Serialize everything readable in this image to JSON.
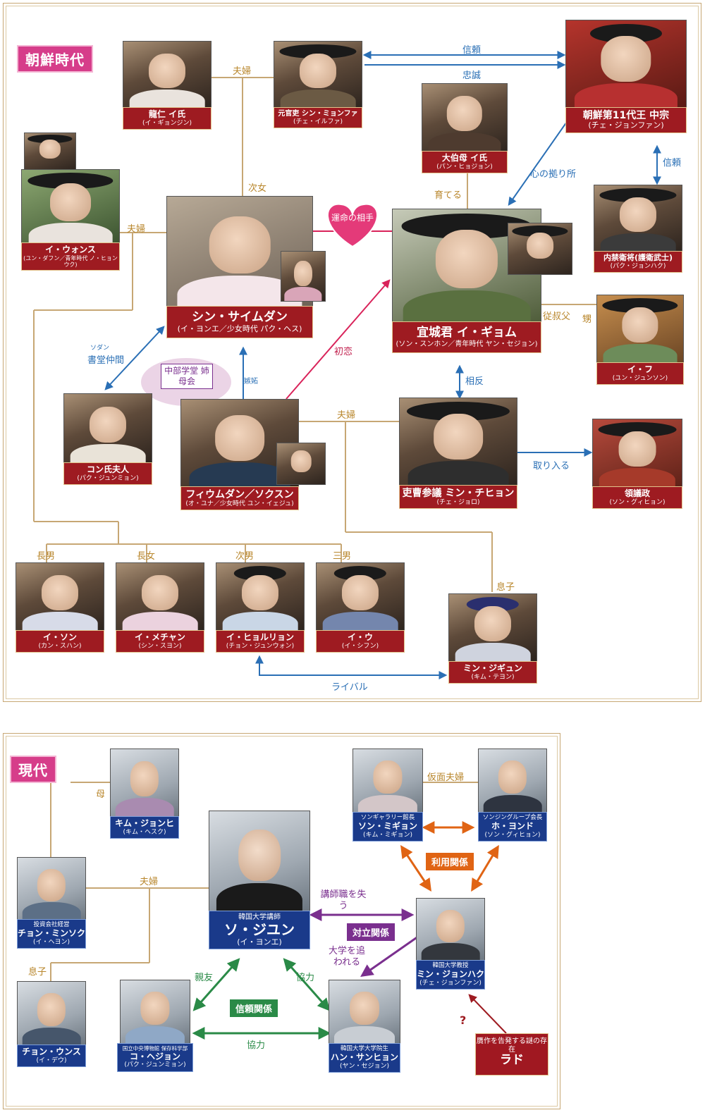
{
  "section_joseon": {
    "badge": "朝鮮時代",
    "persons": {
      "yongin": {
        "name": "龍仁 イ氏",
        "actor": "(イ・ギョンジン)"
      },
      "shin": {
        "pre": "元官吏",
        "name": "シン・ミョンファ",
        "actor": "(チェ・イルファ)"
      },
      "king": {
        "name": "朝鮮第11代王 中宗",
        "actor": "(チェ・ジョンファン)"
      },
      "daebaek": {
        "name": "大伯母 イ氏",
        "actor": "(パン・ヒョジョン)"
      },
      "woonsu": {
        "name": "イ・ウォンス",
        "actor": "(ユン・ダフン／青年時代 ノ・ヒョンウク)"
      },
      "saimdang": {
        "name": "シン・サイムダン",
        "actor": "(イ・ヨンエ／少女時代 パク・ヘス)"
      },
      "gyeom": {
        "name": "宜城君 イ・ギョム",
        "actor": "(ソン・スンホン／青年時代 ヤン・セジョン)"
      },
      "guard": {
        "name": "内禁衛将(護衛武士)",
        "actor": "(パク・ジョンハク)"
      },
      "ihu": {
        "name": "イ・フ",
        "actor": "(ユン・ジュンソン)"
      },
      "gong": {
        "name": "コン氏夫人",
        "actor": "(パク・ジュンミョン)"
      },
      "hwieum": {
        "name": "フィウムダン／ソクスン",
        "actor": "(オ・ユナ／少女時代 ユン・イェジュ)"
      },
      "min": {
        "name": "吏曹参議 ミン・チヒョン",
        "actor": "(チェ・ジョロ)"
      },
      "ryeong": {
        "name": "領議政",
        "actor": "(ソン・グィヒョン)"
      },
      "ison": {
        "name": "イ・ソン",
        "actor": "(カン・スハン)"
      },
      "imechan": {
        "name": "イ・メチャン",
        "actor": "(シン・スヨン)"
      },
      "ihyeol": {
        "name": "イ・ヒョルリョン",
        "actor": "(チョン・ジュンウォン)"
      },
      "iu": {
        "name": "イ・ウ",
        "actor": "(イ・シフン)"
      },
      "mingyun": {
        "name": "ミン・ジギュン",
        "actor": "(キム・テヨン)"
      }
    },
    "relations": {
      "fufu1": "夫婦",
      "shinrai": "信頼",
      "chusei": "忠誠",
      "jijo": "次女",
      "sodateru": "育てる",
      "kokoro": "心の拠り所",
      "shinrai2": "信頼",
      "fufu2": "夫婦",
      "unmei": "運命の相手",
      "jukushufu": "従叔父",
      "oi": "甥",
      "sodan_kana": "ソダン",
      "sodan": "書堂仲間",
      "chubu": "中部学堂 姉母会",
      "shitto": "嫉妬",
      "hatsukoi": "初恋",
      "fufu3": "夫婦",
      "sohan": "相反",
      "toriiru": "取り入る",
      "chonan": "長男",
      "chojo": "長女",
      "jinan": "次男",
      "sannan": "三男",
      "musuko": "息子",
      "rival": "ライバル"
    }
  },
  "section_modern": {
    "badge": "現代",
    "persons": {
      "kimjh": {
        "name": "キム・ジョンヒ",
        "actor": "(キム・ヘスク)"
      },
      "songmg": {
        "pre": "ソンギャラリー館長",
        "name": "ソン・ミギョン",
        "actor": "(キム・ミギョン)"
      },
      "hoyd": {
        "pre": "ソンジングループ会長",
        "name": "ホ・ヨンド",
        "actor": "(ソン・グィヒョン)"
      },
      "jeongms": {
        "pre": "投資会社経営",
        "name": "チョン・ミンソク",
        "actor": "(イ・ヘヨン)"
      },
      "sojiyun": {
        "pre": "韓国大学講師",
        "name": "ソ・ジユン",
        "actor": "(イ・ヨンエ)"
      },
      "minjh": {
        "pre": "韓国大学教授",
        "name": "ミン・ジョンハク",
        "actor": "(チェ・ジョンファン)"
      },
      "jeongus": {
        "name": "チョン・ウンス",
        "actor": "(イ・デウ)"
      },
      "kohj": {
        "pre": "国立中央博物館 保存科学部",
        "name": "コ・ヘジョン",
        "actor": "(パク・ジュンミョン)"
      },
      "hansh": {
        "pre": "韓国大学大学院生",
        "name": "ハン・サンヒョン",
        "actor": "(ヤン・セジョン)"
      },
      "rado": {
        "pre": "贋作を告発する謎の存在",
        "name": "ラド"
      }
    },
    "relations": {
      "haha": "母",
      "kamen": "仮面夫婦",
      "fufu": "夫婦",
      "riyou": "利用関係",
      "koushi": "講師職を失う",
      "tairitsu": "対立関係",
      "daigaku": "大学を追われる",
      "musuko": "息子",
      "shinyu": "親友",
      "kyoryoku1": "協力",
      "shinrai": "信頼関係",
      "kyoryoku2": "協力",
      "hatena": "?"
    }
  },
  "colors": {
    "gold": "#c7a774",
    "red": "#9e1b21",
    "blue": "#1a3a8a",
    "pink": "#d63d8a"
  }
}
